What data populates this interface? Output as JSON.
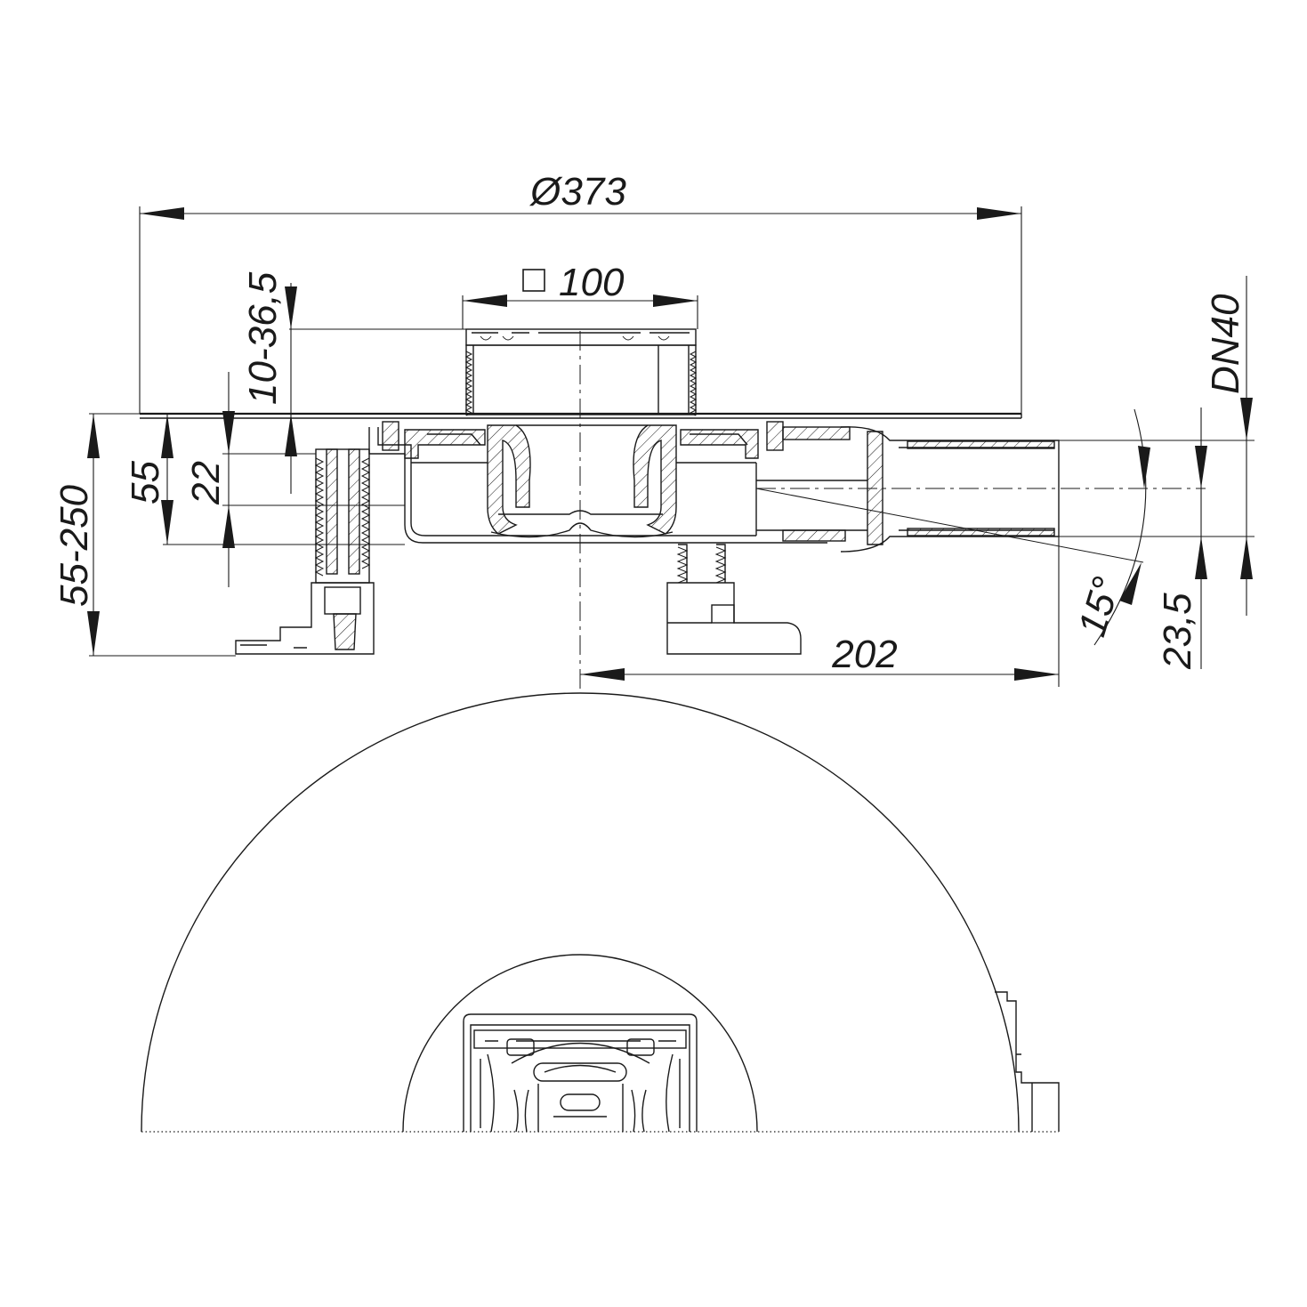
{
  "dimensions": {
    "diameter": "Ø373",
    "grate_size": "100",
    "height_adjust": "10-36,5",
    "outlet": "DN40",
    "total_height": "55-250",
    "body_height": "55",
    "seal_height": "22",
    "outlet_length": "202",
    "outlet_height": "23,5",
    "angle": "15°"
  },
  "colors": {
    "line": "#1a1a1a",
    "background": "#ffffff"
  }
}
